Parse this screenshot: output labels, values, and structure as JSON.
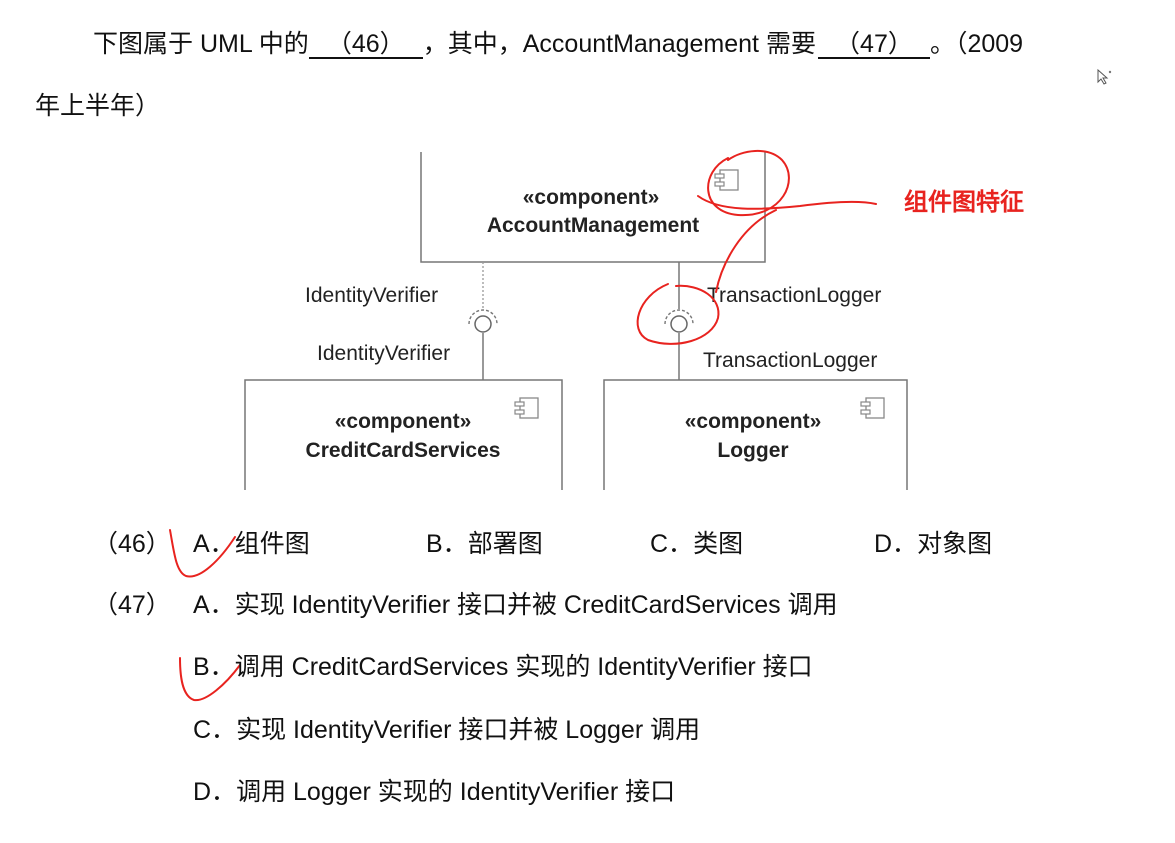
{
  "question": {
    "part1": "下图属于 UML 中的",
    "blank1": "（46）",
    "part2": "，其中，AccountManagement 需要",
    "blank2": "（47）",
    "part3": "。（2009",
    "line2": "年上半年）"
  },
  "diagram": {
    "top_stereotype": "«component»",
    "top_name": "AccountManagement",
    "left_stereotype": "«component»",
    "left_name": "CreditCardServices",
    "right_stereotype": "«component»",
    "right_name": "Logger",
    "iface_left_upper": "IdentityVerifier",
    "iface_left_lower": "IdentityVerifier",
    "iface_right_upper": "TransactionLogger",
    "iface_right_lower": "TransactionLogger",
    "annotation": "组件图特征",
    "colors": {
      "annotation": "#e8231f",
      "diagram_line": "#777777"
    }
  },
  "q46": {
    "num": "（46）",
    "options": [
      {
        "letter": "A．",
        "text": "组件图"
      },
      {
        "letter": "B．",
        "text": "部署图"
      },
      {
        "letter": "C．",
        "text": "类图"
      },
      {
        "letter": "D．",
        "text": "对象图"
      }
    ]
  },
  "q47": {
    "num": "（47）",
    "options": [
      {
        "letter": "A．",
        "text": "实现 IdentityVerifier 接口并被 CreditCardServices 调用"
      },
      {
        "letter": "B．",
        "text": "调用 CreditCardServices 实现的 IdentityVerifier 接口"
      },
      {
        "letter": "C．",
        "text": "实现 IdentityVerifier 接口并被 Logger 调用"
      },
      {
        "letter": "D．",
        "text": "调用 Logger 实现的 IdentityVerifier 接口"
      }
    ]
  }
}
